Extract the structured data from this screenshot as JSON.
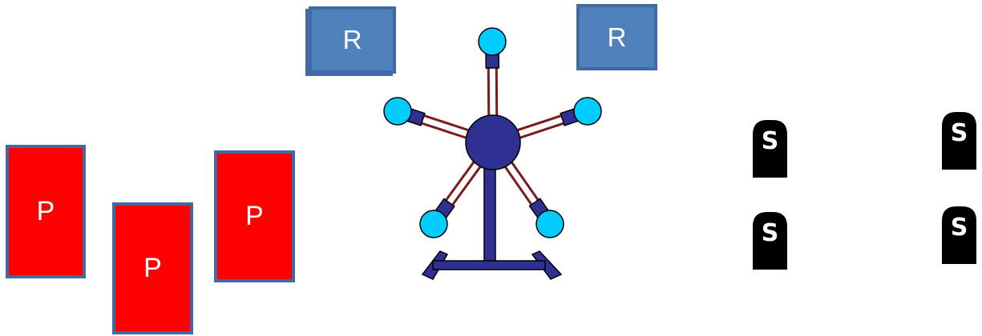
{
  "colors": {
    "p_fill": "#ff0000",
    "p_border": "#3f6aa6",
    "r_fill": "#4f81bd",
    "r_border": "#3f6aa6",
    "hub": "#2e3192",
    "bulb": "#00ccff",
    "spoke": "#7a1c1c",
    "tag_fill": "#000000",
    "tag_letter": "#ffffff"
  },
  "p_cards": [
    {
      "label": "P"
    },
    {
      "label": "P"
    },
    {
      "label": "P"
    }
  ],
  "r_boxes": [
    {
      "label": "R"
    },
    {
      "label": "R"
    }
  ],
  "wheel": {
    "spoke_count": 5,
    "icon": "ferris-wheel-icon"
  },
  "s_tags": [
    {
      "label": "S"
    },
    {
      "label": "S"
    },
    {
      "label": "S"
    },
    {
      "label": "S"
    }
  ]
}
